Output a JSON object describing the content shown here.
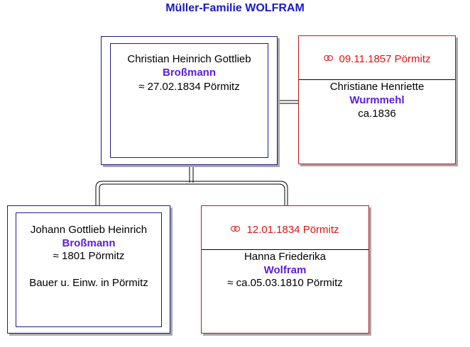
{
  "title": "Müller-Familie WOLFRAM",
  "father": {
    "given_names": "Christian Heinrich Gottlieb",
    "surname": "Broßmann",
    "birth": "≈  27.02.1834 Pörmitz"
  },
  "mother": {
    "marriage": "09.11.1857 Pörmitz",
    "given_names": "Christiane Henriette",
    "surname": "Wurmmehl",
    "birth": "ca.1836"
  },
  "grandfather": {
    "given_names": "Johann Gottlieb Heinrich",
    "surname": "Broßmann",
    "birth": "≈  1801 Pörmitz",
    "occupation": "Bauer u. Einw. in Pörmitz"
  },
  "grandmother": {
    "marriage": "12.01.1834 Pörmitz",
    "given_names": "Hanna Friederika",
    "surname": "Wolfram",
    "birth": "≈ ca.05.03.1810 Pörmitz"
  },
  "icons": {
    "marriage": "wedding-rings-icon",
    "baptism": "approx-baptism-symbol"
  },
  "colors": {
    "title": "#1a1ac8",
    "male_border": "#1c1c8c",
    "female_border": "#b81c1c",
    "surname": "#5c1ee0",
    "marriage": "#e01414"
  }
}
